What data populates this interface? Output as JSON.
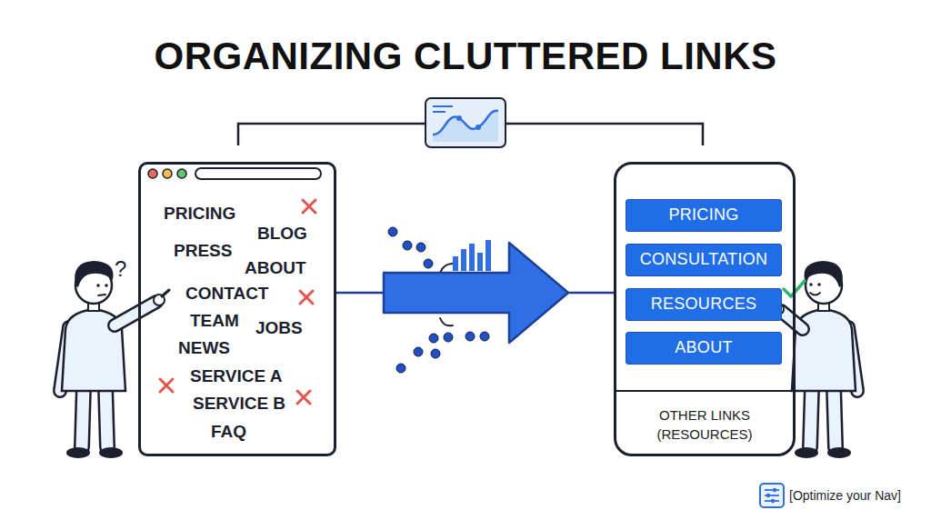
{
  "diagram": {
    "title": "ORGANIZING CLUTTERED LINKS",
    "nodes": [
      {
        "text": [
          "PRICING",
          "BLOG",
          "PRESS",
          "ABOUT",
          "CONTACT",
          "TEAM",
          "JOBS",
          "NEWS",
          "SERVICE A",
          "SERVICE B",
          "FAQ"
        ]
      },
      {
        "text": [
          "OTHER LINKS (RESOURCES)"
        ]
      },
      {
        "text": [
          "PRICING"
        ],
        "in": 1
      },
      {
        "text": [
          "CONSULTATION"
        ],
        "in": 1
      },
      {
        "text": [
          "RESOURCES"
        ],
        "in": 1
      },
      {
        "text": [
          "ABOUT"
        ],
        "in": 1
      }
    ],
    "edges": [
      {
        "from": 0,
        "to": 1,
        "arrow": "to"
      }
    ],
    "labels": [
      "?",
      "[Optimize your Nav]"
    ]
  }
}
